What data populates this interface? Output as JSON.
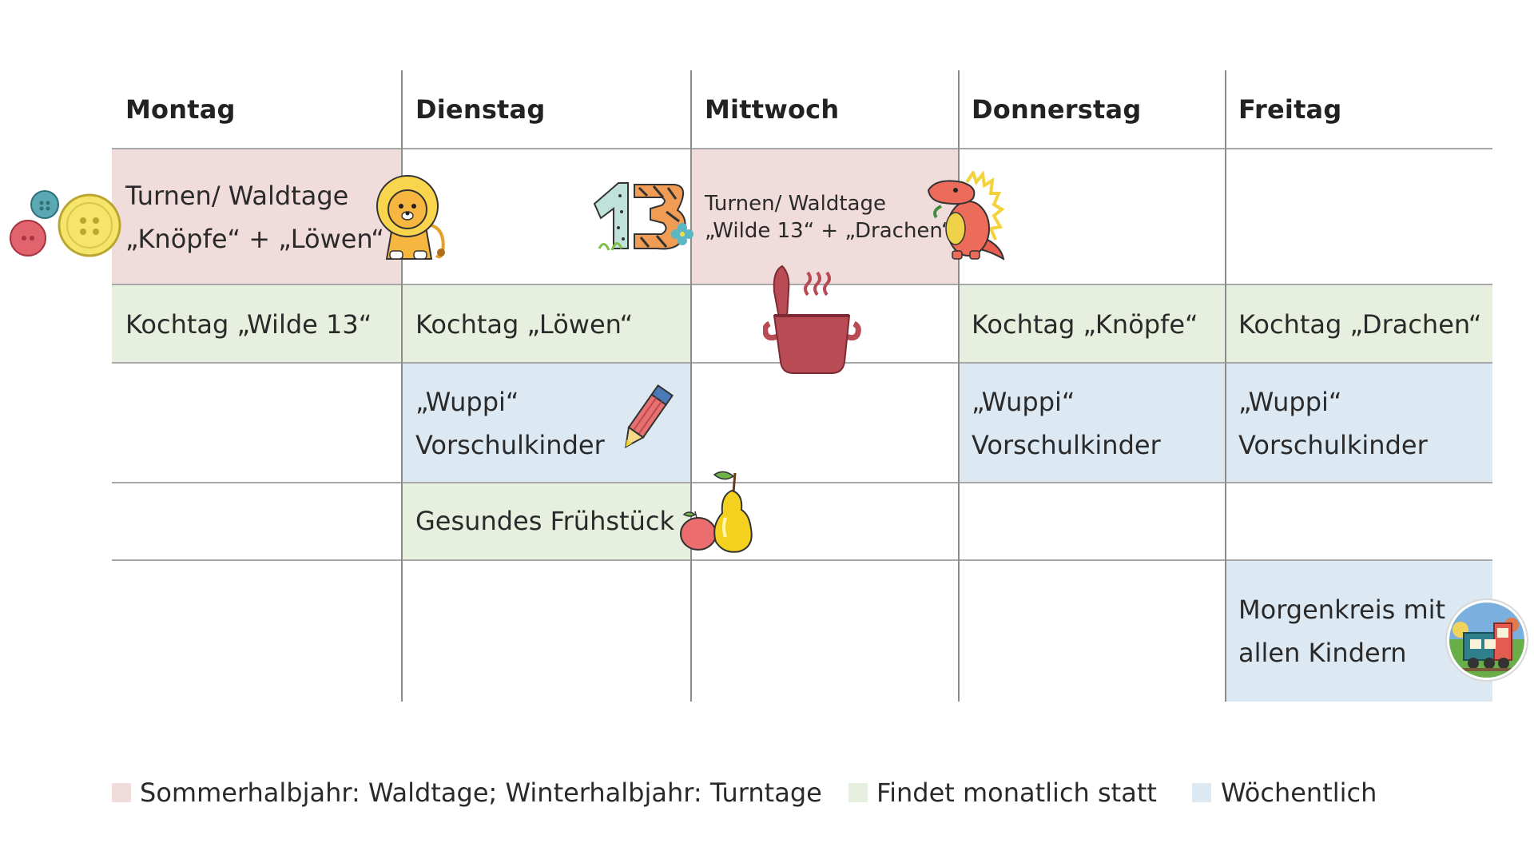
{
  "days": [
    "Montag",
    "Dienstag",
    "Mittwoch",
    "Donnerstag",
    "Freitag"
  ],
  "row1": {
    "montag_line1": "Turnen/ Waldtage",
    "montag_line2": "„Knöpfe“ + „Löwen“",
    "mittwoch_line1": "Turnen/ Waldtage",
    "mittwoch_line2": "„Wilde 13“ + „Drachen“"
  },
  "row2": {
    "montag": "Kochtag „Wilde 13“",
    "dienstag": "Kochtag „Löwen“",
    "donnerstag": "Kochtag „Knöpfe“",
    "freitag": "Kochtag „Drachen“"
  },
  "row3": {
    "dienstag_line1": "„Wuppi“",
    "dienstag_line2": "Vorschulkinder",
    "donnerstag_line1": "„Wuppi“",
    "donnerstag_line2": "Vorschulkinder",
    "freitag_line1": "„Wuppi“",
    "freitag_line2": "Vorschulkinder"
  },
  "row4": {
    "dienstag": "Gesundes Frühstück"
  },
  "row5": {
    "freitag_line1": "Morgenkreis mit",
    "freitag_line2": "allen Kindern"
  },
  "legend": [
    {
      "label": "Sommerhalbjahr: Waldtage; Winterhalbjahr: Turntage",
      "color": "#f1dcdc"
    },
    {
      "label": "Findet monatlich statt",
      "color": "#e7f0df"
    },
    {
      "label": "Wöchentlich",
      "color": "#dde9f2"
    }
  ],
  "icons": [
    "buttons-icon",
    "lion-icon",
    "number-13-icon",
    "dragon-icon",
    "cooking-pot-icon",
    "pencil-icon",
    "fruit-icon",
    "train-icon"
  ],
  "colors": {
    "pink": "#f1dcdc",
    "green": "#e7f0df",
    "blue": "#dde9f2"
  }
}
